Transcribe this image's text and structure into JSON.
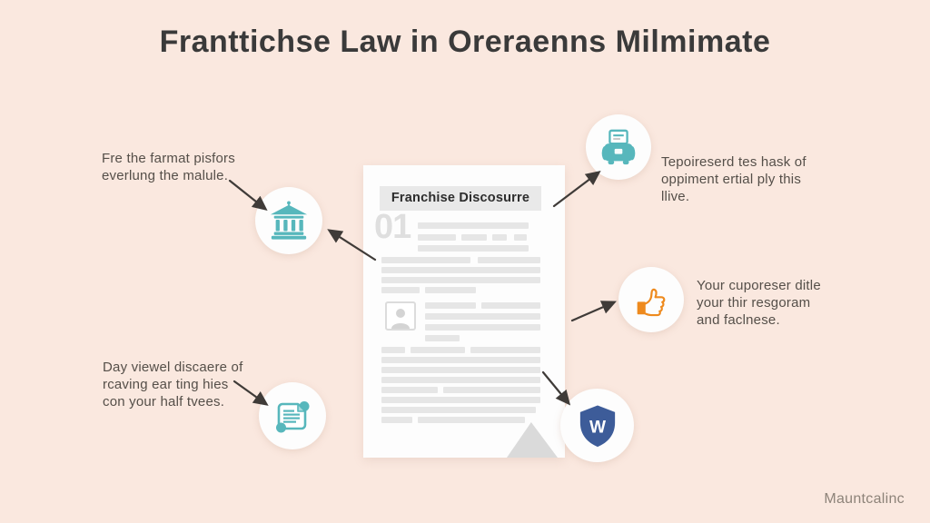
{
  "title": "Franttichse Law in Oreraenns Milmimate",
  "brand": "Mauntcalinc",
  "document": {
    "header": "Franchise Discosurre",
    "page_number": "01"
  },
  "annotations": {
    "top_left": {
      "lines": [
        "Fre the farmat pisfors",
        "everlung the malule."
      ]
    },
    "top_right": {
      "lines": [
        "Tepoireserd tes hask of",
        "oppiment ertial ply this",
        "llive."
      ]
    },
    "middle_right": {
      "lines": [
        "Your cuporeser ditle",
        "your thir resgoram",
        "and faclnese."
      ]
    },
    "bottom_left": {
      "lines": [
        "Day viewel discaere of",
        "rcaving ear ting hies",
        "con your half tvees."
      ]
    }
  },
  "icons": {
    "top_left": "bank-icon",
    "top_right": "car-icon",
    "middle_right": "thumbs-up-icon",
    "bottom_left": "note-document-icon",
    "bottom_right": "shield-icon"
  },
  "colors": {
    "background": "#fae8df",
    "teal": "#57b7bc",
    "orange": "#ee8a1e",
    "shield_blue": "#3d5c99",
    "title_text": "#3a3a3a",
    "body_text": "#554f49"
  }
}
